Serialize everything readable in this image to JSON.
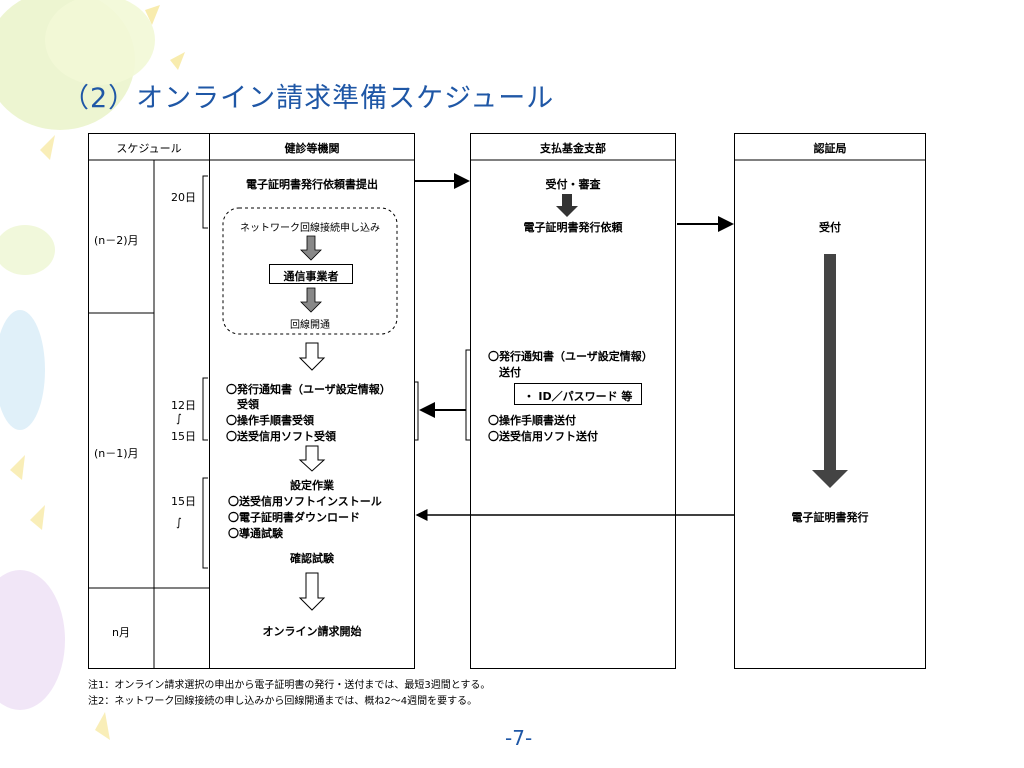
{
  "title": "（2）オンライン請求準備スケジュール",
  "headers": {
    "schedule": "スケジュール",
    "clinic": "健診等機関",
    "fund": "支払基金支部",
    "ca": "認証局"
  },
  "months": {
    "m2": "(n－2)月",
    "m1": "(n－1)月",
    "n": "n月"
  },
  "days": {
    "d20": "20日",
    "d12": "12日",
    "tilde1": "∫",
    "d15a": "15日",
    "d15b": "15日",
    "tilde2": "∫"
  },
  "clinic": {
    "apply": "電子証明書発行依頼書提出",
    "network": "ネットワーク回線接続申し込み",
    "carrier": "通信事業者",
    "line_open": "回線開通",
    "notice1": "〇発行通知書（ユーザ設定情報）",
    "notice2": "　受領",
    "manual": "〇操作手順書受領",
    "soft": "〇送受信用ソフト受領",
    "setup": "設定作業",
    "install": "〇送受信用ソフトインストール",
    "download": "〇電子証明書ダウンロード",
    "test": "〇導通試験",
    "confirm": "確認試験",
    "start": "オンライン請求開始"
  },
  "fund": {
    "receive": "受付・審査",
    "request": "電子証明書発行依頼",
    "notice1": "〇発行通知書（ユーザ設定情報）",
    "notice2": "　送付",
    "idpw": "・ ID／パスワード 等",
    "manual": "〇操作手順書送付",
    "soft": "〇送受信用ソフト送付"
  },
  "ca": {
    "receive": "受付",
    "issue": "電子証明書発行"
  },
  "notes": {
    "note1": "注1：オンライン請求選択の申出から電子証明書の発行・送付までは、最短3週間とする。",
    "note2": "注2：ネットワーク回線接続の申し込みから回線開通までは、概ね2～4週間を要する。"
  },
  "page_number": "-7-"
}
